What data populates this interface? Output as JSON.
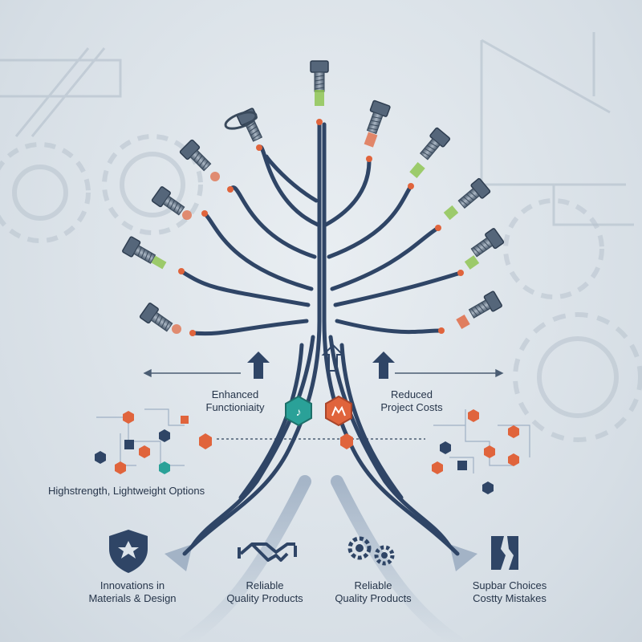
{
  "labels": {
    "enhanced_functionality": [
      "Enhanced",
      "Functioniaity"
    ],
    "reduced_project_costs": [
      "Reduced",
      "Project Costs"
    ],
    "highstrength_options": "Highstrength, Lightweight Options",
    "innovations": [
      "Innovations in",
      "Materials & Design"
    ],
    "reliable_left": [
      "Reliable",
      "Quality Products"
    ],
    "reliable_right": [
      "Reliable",
      "Quality Products"
    ],
    "subpar_choices": [
      "Supbar Choices",
      "Costty Mistakes"
    ]
  },
  "colors": {
    "trunk": "#2f4566",
    "trunk_light": "#8ea0b6",
    "bolt_metal": "#5e6f82",
    "accent_orange": "#e0643c",
    "accent_green": "#8bc34a",
    "accent_teal": "#2aa198",
    "text": "#26354a"
  },
  "icons": [
    "shield-star-icon",
    "handshake-icon",
    "gears-icon",
    "broken-block-icon",
    "bolt-icon",
    "up-arrow-icon",
    "hexagon-badge-icon"
  ]
}
